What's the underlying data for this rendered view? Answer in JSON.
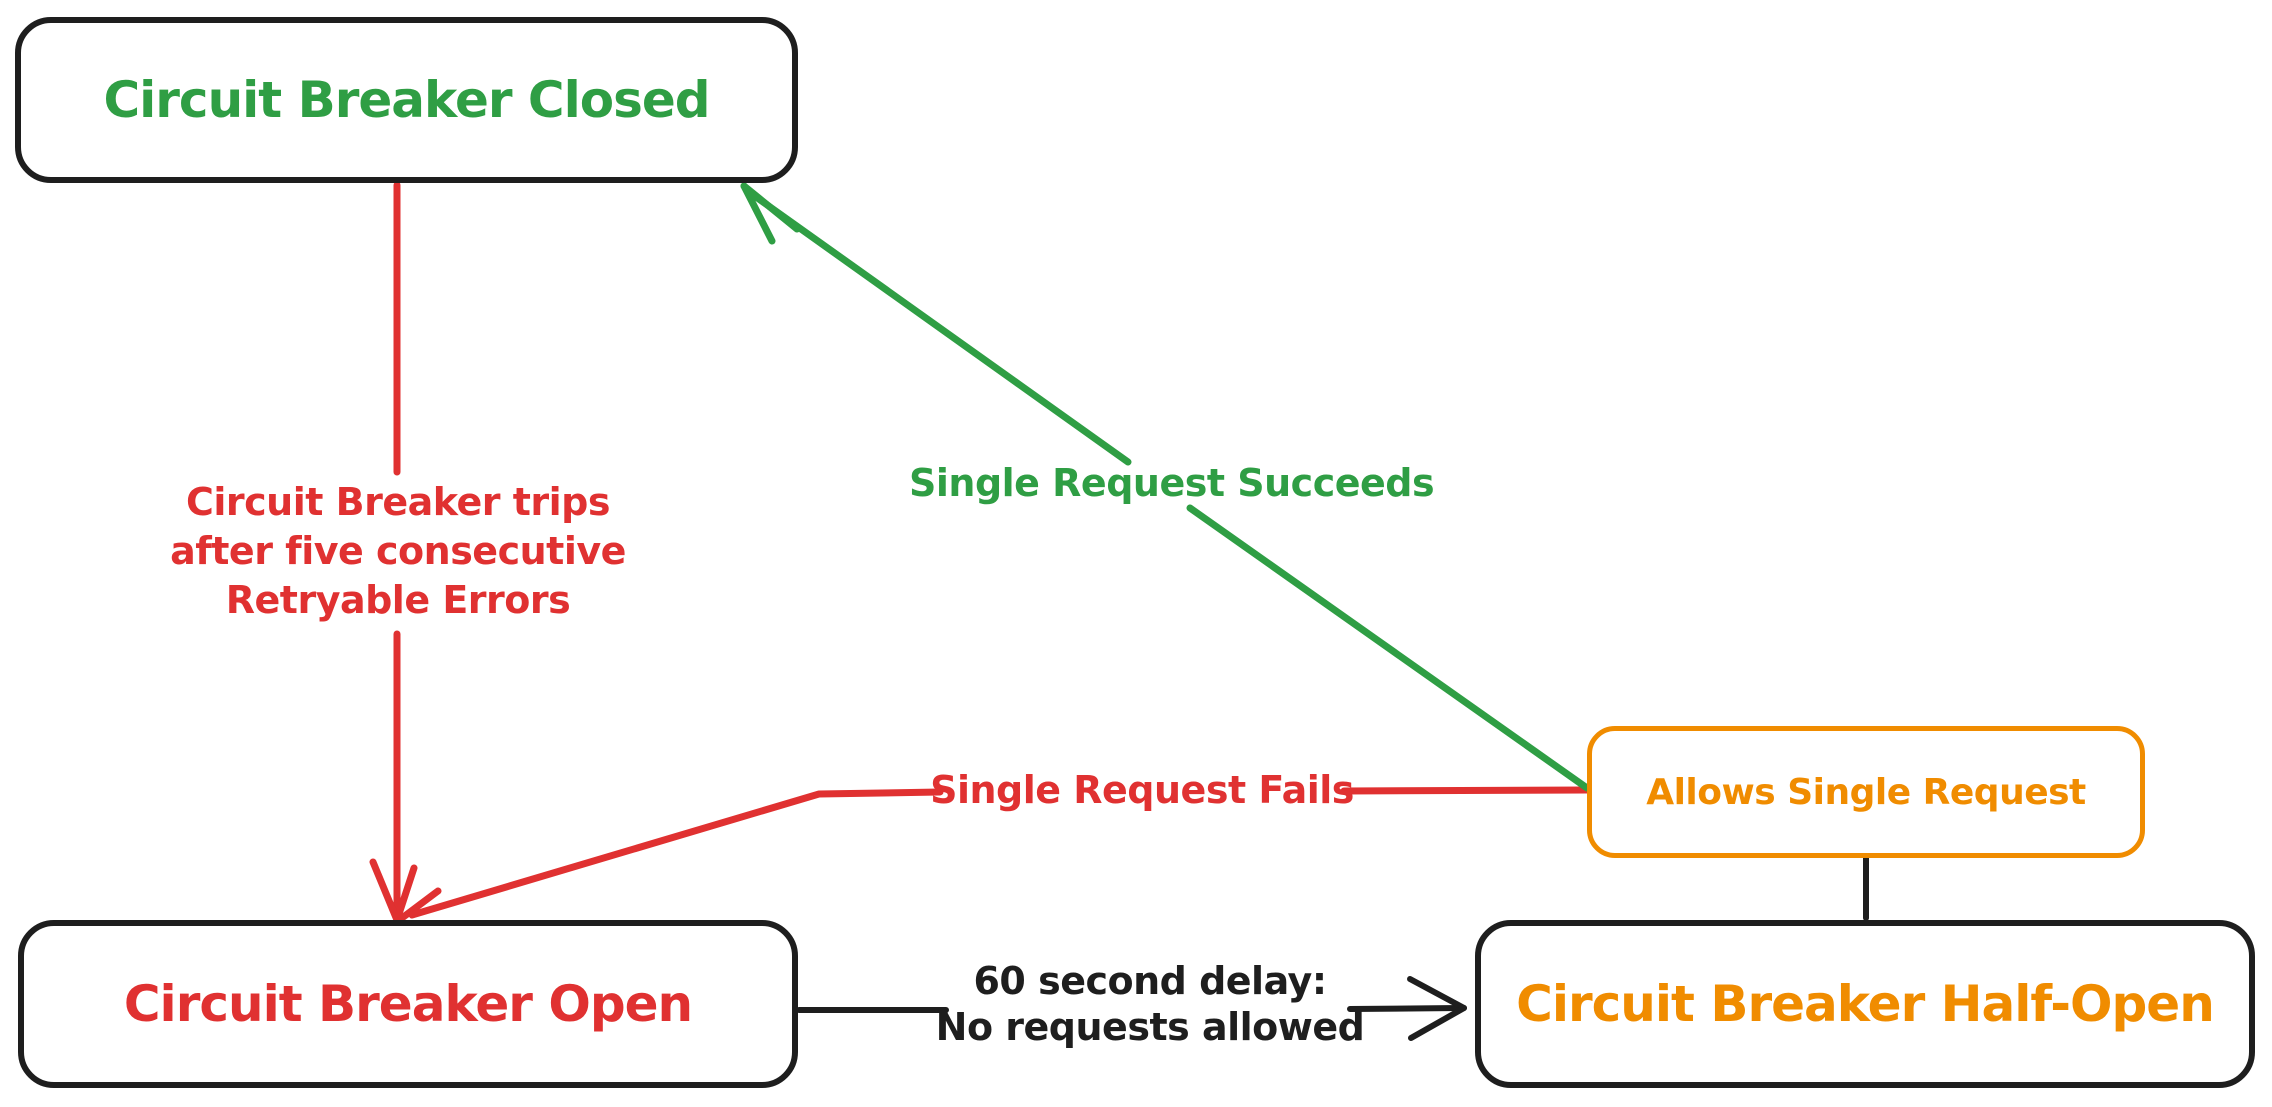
{
  "palette": {
    "green": "#2f9e44",
    "red": "#e03131",
    "orange": "#f08c00",
    "ink": "#1e1e1e",
    "background": "#ffffff"
  },
  "nodes": {
    "closed": {
      "label": "Circuit Breaker Closed",
      "text_color": "#2f9e44",
      "border_color": "#1e1e1e"
    },
    "open": {
      "label": "Circuit Breaker Open",
      "text_color": "#e03131",
      "border_color": "#1e1e1e"
    },
    "half_open": {
      "label": "Circuit Breaker Half-Open",
      "text_color": "#f08c00",
      "border_color": "#1e1e1e"
    },
    "allow_single": {
      "label": "Allows Single Request",
      "text_color": "#f08c00",
      "border_color": "#f08c00"
    }
  },
  "edges": {
    "trip": {
      "from": "closed",
      "to": "open",
      "color": "#e03131",
      "label_lines": [
        "Circuit Breaker trips",
        "after five consecutive",
        "Retryable Errors"
      ]
    },
    "single_request_succeeds": {
      "from": "allow_single",
      "to": "closed",
      "color": "#2f9e44",
      "label": "Single Request Succeeds"
    },
    "single_request_fails": {
      "from": "allow_single",
      "to": "open",
      "color": "#e03131",
      "label": "Single Request Fails"
    },
    "delay": {
      "from": "open",
      "to": "half_open",
      "color": "#1e1e1e",
      "label_lines": [
        "60 second delay:",
        "No requests allowed"
      ]
    },
    "half_open_to_allow": {
      "from": "half_open",
      "to": "allow_single",
      "color": "#1e1e1e",
      "label": ""
    }
  }
}
